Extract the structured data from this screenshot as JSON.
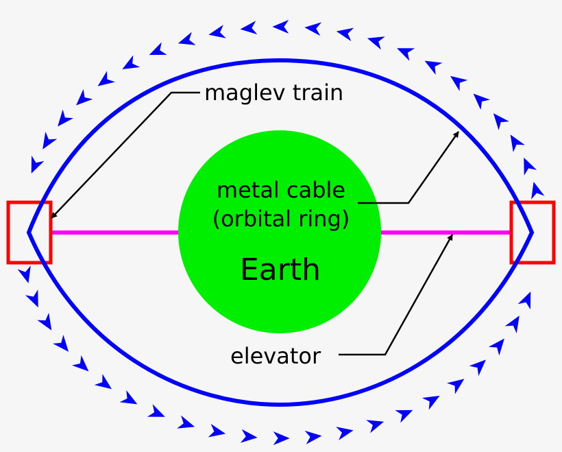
{
  "labels": {
    "maglev_train": "maglev train",
    "metal_cable_line1": "metal cable",
    "metal_cable_line2": "(orbital ring)",
    "earth": "Earth",
    "elevator": "elevator"
  },
  "colors": {
    "background": "#f6f6f6",
    "ring": "#0000ff",
    "flow_arrows": "#0000ff",
    "earth": "#00ee00",
    "elevator_line": "#ff00ff",
    "station_boxes": "#ff0000",
    "pointer_lines": "#000000"
  },
  "icons": {
    "flow_arrow": "chevron-arrowhead",
    "pointer": "arrowhead"
  }
}
